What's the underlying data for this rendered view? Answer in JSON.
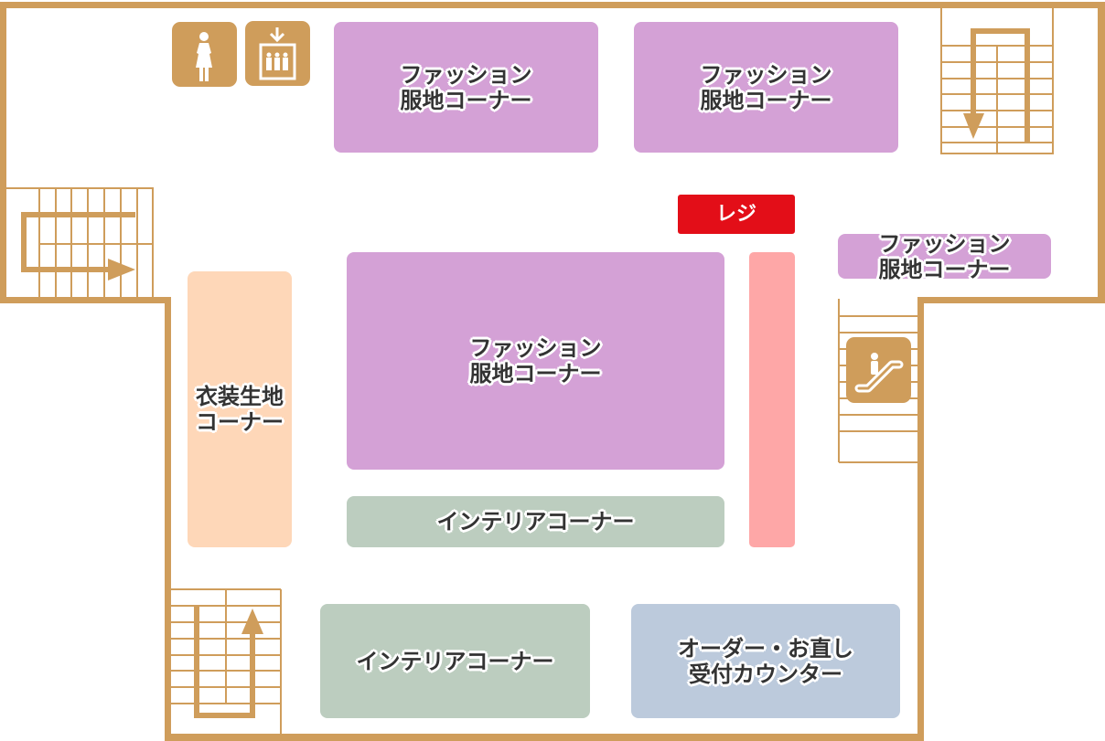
{
  "floor_map": {
    "colors": {
      "wall": "#cf9d5b",
      "fashion": "#d4a1d6",
      "interior": "#bccdbf",
      "kimono": "#fed7b8",
      "order_counter": "#bccadc",
      "register": "#e30e18",
      "register_counter": "#fea7a7"
    },
    "zones": {
      "fashion_top_left": "ファッション\n服地コーナー",
      "fashion_top_right": "ファッション\n服地コーナー",
      "fashion_right": "ファッション\n服地コーナー",
      "fashion_center": "ファッション\n服地コーナー",
      "kimono": "衣装生地\nコーナー",
      "interior_mid": "インテリアコーナー",
      "interior_bottom": "インテリアコーナー",
      "order_counter": "オーダー・お直し\n受付カウンター",
      "register": "レジ"
    },
    "icons": {
      "restroom": "womens-restroom-icon",
      "elevator": "elevator-icon",
      "escalator": "escalator-icon",
      "stairs_top_right": "stairs-down-icon",
      "stairs_left": "stairs-right-icon",
      "stairs_bottom": "stairs-up-icon"
    }
  }
}
